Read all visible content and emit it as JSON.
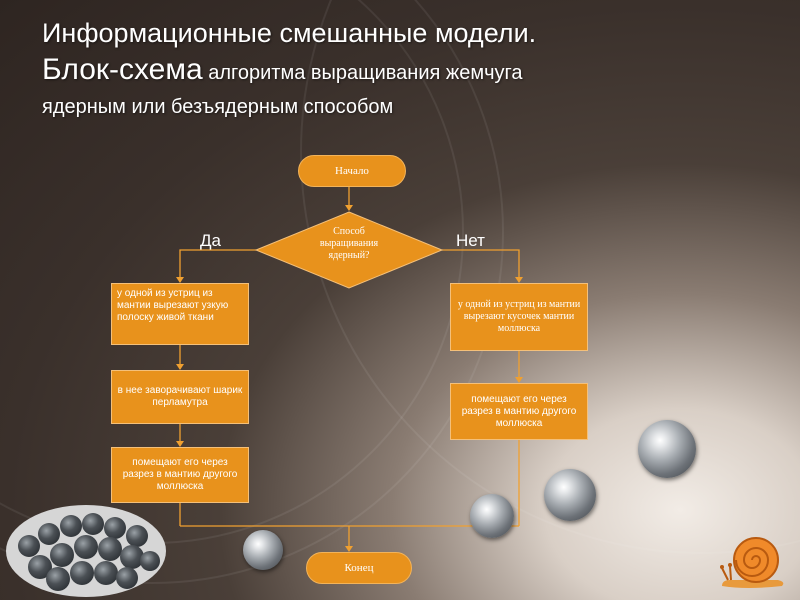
{
  "slide": {
    "title_line1": "Информационные смешанные модели.",
    "title_big": "Блок-схема",
    "title_rest": "алгоритма выращивания жемчуга",
    "title_line3": "ядерным или безъядерным способом"
  },
  "flowchart": {
    "start": "Начало",
    "decision": "Способ выращивания ядерный?",
    "yes_label": "Да",
    "no_label": "Нет",
    "yes_steps": [
      "у одной из устриц из мантии вырезают узкую полоску живой ткани",
      "в нее заворачивают шарик перламутра",
      "помещают его через разрез в мантию другого моллюска"
    ],
    "no_steps": [
      "у одной из устриц из мантии вырезают кусочек мантии моллюска",
      "помещают его через разрез в мантию другого моллюска"
    ],
    "end": "Конец"
  },
  "colors": {
    "accent": "#e8921c",
    "line": "#f0a030"
  },
  "icons": [
    "pearl-image",
    "pearl-pile-image",
    "snail-icon"
  ]
}
